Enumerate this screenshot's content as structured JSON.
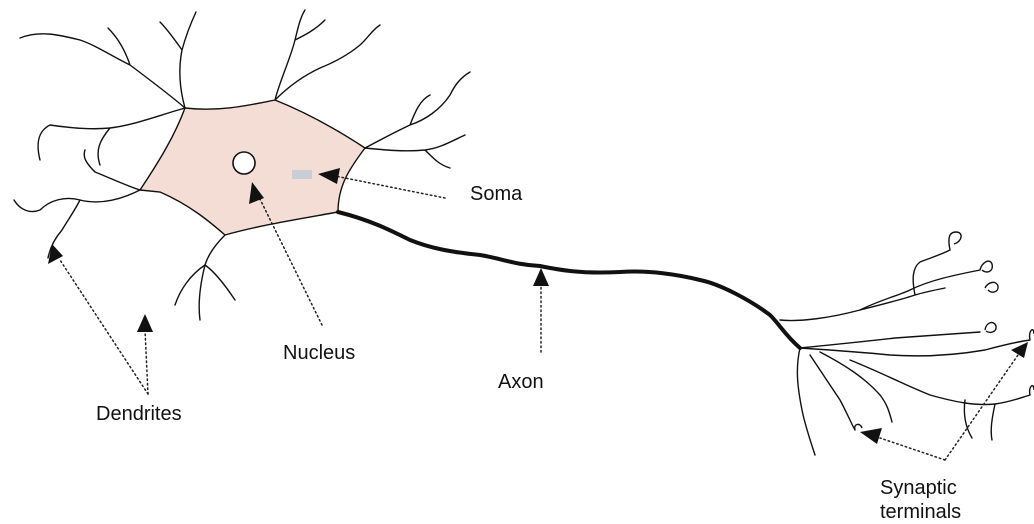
{
  "labels": {
    "soma": "Soma",
    "nucleus": "Nucleus",
    "axon": "Axon",
    "dendrites": "Dendrites",
    "synaptic_line1": "Synaptic",
    "synaptic_line2": "terminals"
  },
  "colors": {
    "soma_fill": "#f3ddd5",
    "outline": "#111111",
    "nucleus_fill": "#ffffff",
    "marker_gray": "#c9cdd6"
  }
}
